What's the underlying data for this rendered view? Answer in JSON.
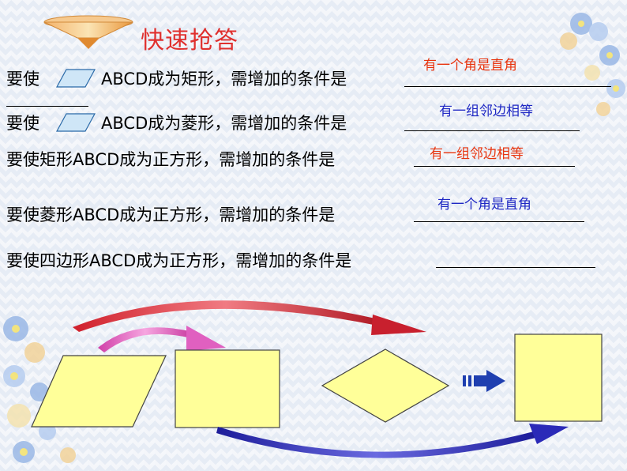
{
  "title": "快速抢答",
  "questions": [
    {
      "prefix": "要使",
      "text": "ABCD成为矩形，需增加的条件是",
      "answer": "有一个角是直角",
      "answer_color": "#e8340e"
    },
    {
      "prefix": "要使",
      "text": "ABCD成为菱形，需增加的条件是",
      "answer": "有一组邻边相等",
      "answer_color": "#1f28c4"
    },
    {
      "text": "要使矩形ABCD成为正方形，需增加的条件是",
      "answer": "有一组邻边相等",
      "answer_color": "#e8340e"
    },
    {
      "text": "要使菱形ABCD成为正方形，需增加的条件是",
      "answer": "有一个角是直角",
      "answer_color": "#1f28c4"
    },
    {
      "text": "要使四边形ABCD成为正方形，需增加的条件是",
      "answer": ""
    }
  ],
  "diagram": {
    "shape_fill": "#ffff99",
    "arrow_colors": [
      "#c8202e",
      "#e060c0",
      "#2a2ab8",
      "#1f3fb0"
    ],
    "shapes": [
      "parallelogram-shape",
      "rectangle-shape",
      "rhombus-shape",
      "square-shape"
    ]
  }
}
